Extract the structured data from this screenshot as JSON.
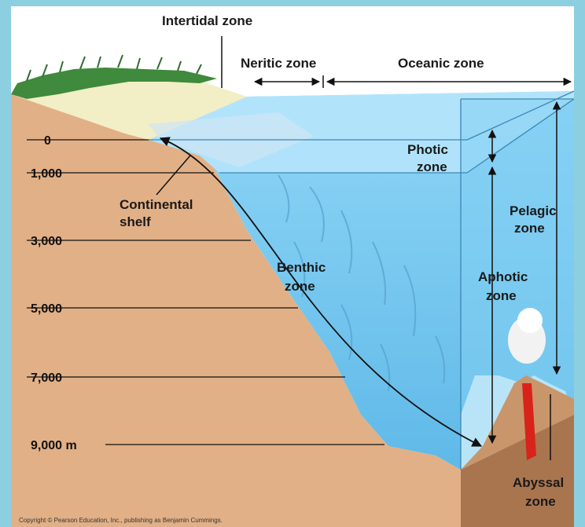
{
  "labels": {
    "intertidal": "Intertidal zone",
    "neritic": "Neritic zone",
    "oceanic": "Oceanic zone",
    "photic_1": "Photic",
    "photic_2": "zone",
    "continental_1": "Continental",
    "continental_2": "shelf",
    "pelagic_1": "Pelagic",
    "pelagic_2": "zone",
    "benthic_1": "Benthic",
    "benthic_2": "zone",
    "aphotic_1": "Aphotic",
    "aphotic_2": "zone",
    "abyssal_1": "Abyssal",
    "abyssal_2": "zone"
  },
  "depth_ticks": [
    "0",
    "1,000",
    "3,000",
    "5,000",
    "7,000",
    "9,000 m"
  ],
  "copyright": "Copyright © Pearson Education, Inc., publishing as Benjamin Cummings.",
  "colors": {
    "frame": "#8ccfe0",
    "land": "#e2b086",
    "land_dark": "#a9754f",
    "water": "#79cbf1",
    "water_light": "#b7e6fb",
    "vent": "#d8231a",
    "grass": "#3f8a3c",
    "sand": "#f2eec5"
  }
}
